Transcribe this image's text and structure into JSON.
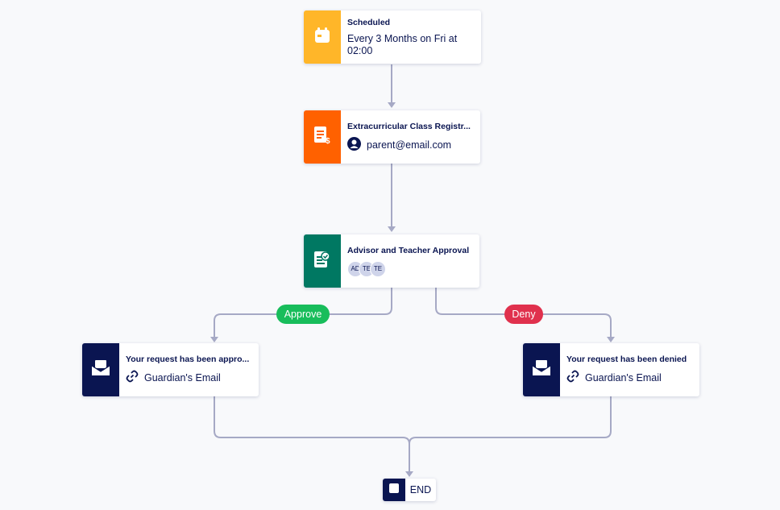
{
  "nodes": {
    "trigger": {
      "title": "Scheduled",
      "detail": "Every 3 Months on Fri at 02:00",
      "color": "#ffb629",
      "icon": "calendar-icon"
    },
    "form": {
      "title": "Extracurricular Class Registr...",
      "detail": "parent@email.com",
      "color": "#ff6100",
      "icon": "form-icon"
    },
    "approval": {
      "title": "Advisor and Teacher Approval",
      "assignees": [
        "AD",
        "TE",
        "TE"
      ],
      "color": "#007862",
      "icon": "approval-icon"
    },
    "approved_email": {
      "title": "Your request has been appro...",
      "detail": "Guardian's Email",
      "color": "#0a1551",
      "icon": "email-icon"
    },
    "denied_email": {
      "title": "Your request has been denied",
      "detail": "Guardian's Email",
      "color": "#0a1551",
      "icon": "email-icon"
    }
  },
  "branches": {
    "approve": {
      "label": "Approve",
      "color": "#18bd5b"
    },
    "deny": {
      "label": "Deny",
      "color": "#e0314d"
    }
  },
  "end": {
    "label": "END"
  }
}
